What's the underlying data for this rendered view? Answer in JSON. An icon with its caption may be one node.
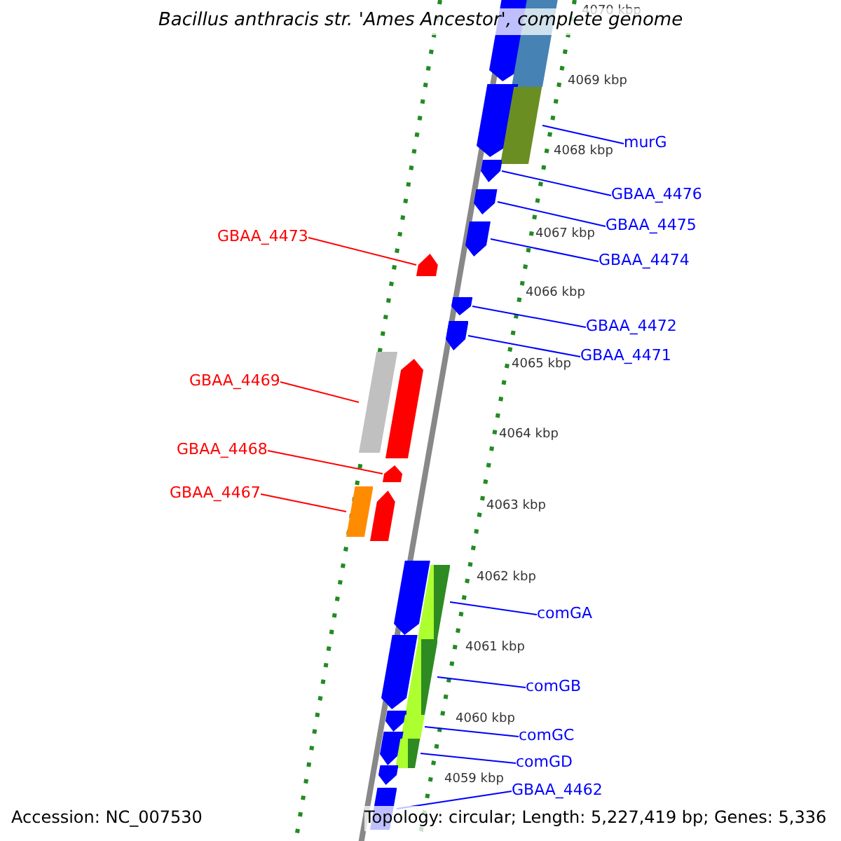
{
  "diagram": {
    "title": "Bacillus anthracis str. 'Ames Ancestor', complete genome",
    "nodes": [
      {
        "text": [],
        "shape": "arrow"
      },
      {
        "text": [],
        "shape": "bar"
      },
      {
        "text": [],
        "shape": "arrow"
      },
      {
        "text": [],
        "shape": "bar"
      },
      {
        "text": [
          "murG"
        ]
      },
      {
        "text": [],
        "shape": "arrow"
      },
      {
        "text": [
          "GBAA_4476"
        ]
      },
      {
        "text": [],
        "shape": "arrow"
      },
      {
        "text": [
          "GBAA_4475"
        ]
      },
      {
        "text": [],
        "shape": "arrow"
      },
      {
        "text": [
          "GBAA_4474"
        ]
      },
      {
        "text": [
          "GBAA_4473"
        ]
      },
      {
        "text": [],
        "shape": "arrow"
      },
      {
        "text": [],
        "shape": "arrow"
      },
      {
        "text": [
          "GBAA_4472"
        ]
      },
      {
        "text": [],
        "shape": "arrow"
      },
      {
        "text": [
          "GBAA_4471"
        ]
      },
      {
        "text": [],
        "shape": "bar"
      },
      {
        "text": [],
        "shape": "arrow"
      },
      {
        "text": [
          "GBAA_4469"
        ]
      },
      {
        "text": [
          "GBAA_4468"
        ]
      },
      {
        "text": [],
        "shape": "arrow"
      },
      {
        "text": [
          "GBAA_4467"
        ]
      },
      {
        "text": [],
        "shape": "bar"
      },
      {
        "text": [],
        "shape": "arrow"
      },
      {
        "text": [],
        "shape": "arrow"
      },
      {
        "text": [],
        "shape": "bar"
      },
      {
        "text": [
          "comGA"
        ]
      },
      {
        "text": [],
        "shape": "arrow"
      },
      {
        "text": [],
        "shape": "bar"
      },
      {
        "text": [
          "comGB"
        ]
      },
      {
        "text": [],
        "shape": "arrow"
      },
      {
        "text": [],
        "shape": "bar"
      },
      {
        "text": [
          "comGC"
        ]
      },
      {
        "text": [],
        "shape": "arrow"
      },
      {
        "text": [],
        "shape": "bar"
      },
      {
        "text": [
          "comGD"
        ]
      },
      {
        "text": [],
        "shape": "arrow"
      },
      {
        "text": [],
        "shape": "bar"
      },
      {
        "text": [
          "GBAA_4462"
        ]
      }
    ],
    "edges": [
      {
        "from": 4,
        "to": 3,
        "arrow": "none"
      },
      {
        "from": 6,
        "to": 5,
        "arrow": "none"
      },
      {
        "from": 8,
        "to": 7,
        "arrow": "none"
      },
      {
        "from": 10,
        "to": 9,
        "arrow": "none"
      },
      {
        "from": 11,
        "to": 12,
        "arrow": "none",
        "color": "#ff0000"
      },
      {
        "from": 14,
        "to": 13,
        "arrow": "none"
      },
      {
        "from": 16,
        "to": 15,
        "arrow": "none"
      },
      {
        "from": 19,
        "to": 17,
        "arrow": "none",
        "color": "#ff0000"
      },
      {
        "from": 20,
        "to": 21,
        "arrow": "none",
        "color": "#ff0000"
      },
      {
        "from": 22,
        "to": 23,
        "arrow": "none",
        "color": "#ff0000"
      },
      {
        "from": 27,
        "to": 26,
        "arrow": "none"
      },
      {
        "from": 30,
        "to": 29,
        "arrow": "none"
      },
      {
        "from": 33,
        "to": 32,
        "arrow": "none"
      },
      {
        "from": 36,
        "to": 35,
        "arrow": "none"
      },
      {
        "from": 39,
        "to": 38,
        "arrow": "none"
      }
    ],
    "labels": [
      "4070 kbp",
      "4069 kbp",
      "4068 kbp",
      "4067 kbp",
      "4066 kbp",
      "4065 kbp",
      "4064 kbp",
      "4063 kbp",
      "4062 kbp",
      "4061 kbp",
      "4060 kbp",
      "4059 kbp",
      "Accession: NC_007530",
      "Topology: circular; Length: 5,227,419 bp; Genes: 5,336"
    ]
  }
}
